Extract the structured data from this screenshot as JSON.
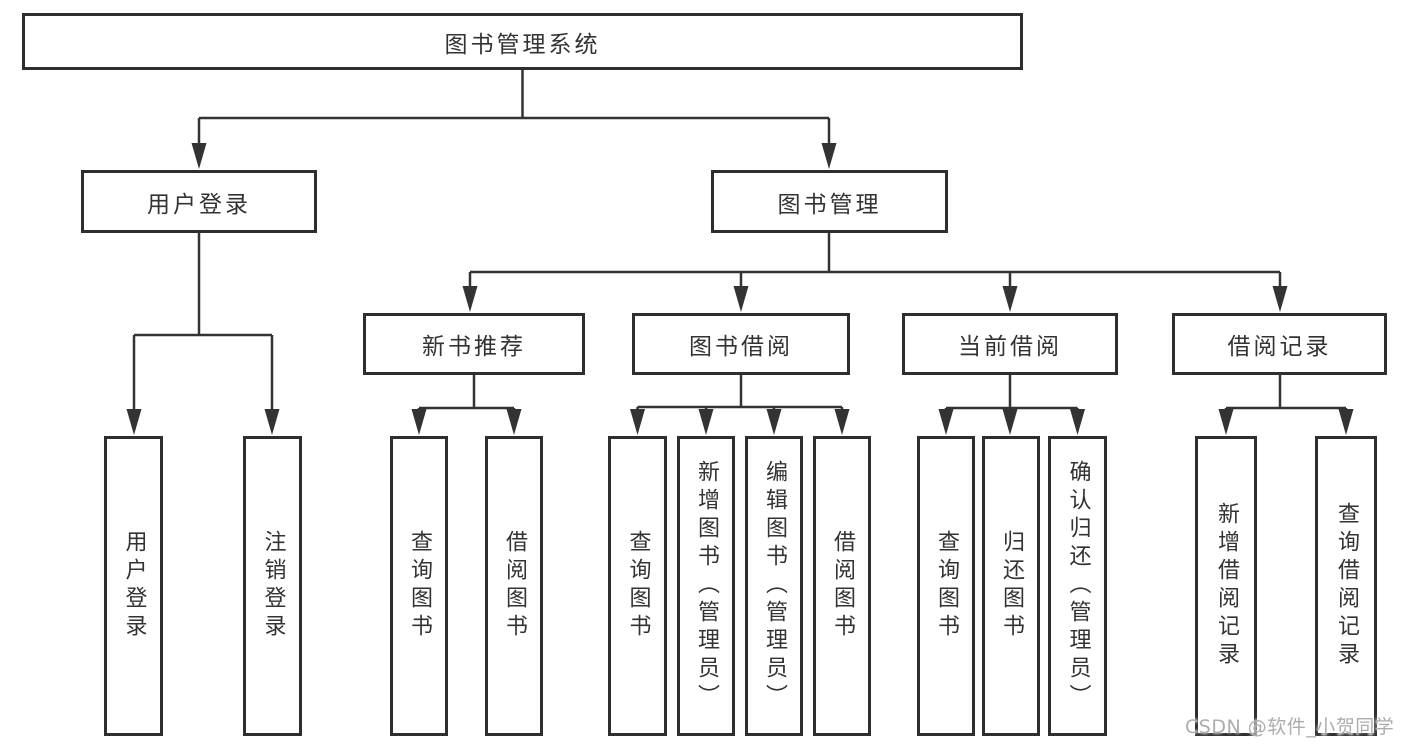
{
  "nodes": {
    "root": "图书管理系统",
    "l2": [
      "用户登录",
      "图书管理"
    ],
    "l3": [
      "新书推荐",
      "图书借阅",
      "当前借阅",
      "借阅记录"
    ],
    "leaves": [
      [
        "用户登录",
        "注销登录"
      ],
      [
        "查询图书",
        "借阅图书"
      ],
      [
        "查询图书",
        "新增图书（管理员）",
        "编辑图书（管理员）",
        "借阅图书"
      ],
      [
        "查询图书",
        "归还图书",
        "确认归还（管理员）"
      ],
      [
        "新增借阅记录",
        "查询借阅记录"
      ]
    ]
  },
  "watermark": "CSDN @软件_小贺同学",
  "colors": {
    "line": "#333333",
    "box_border": "#2e2e2e",
    "text": "#333333",
    "watermark": "#adadad"
  }
}
